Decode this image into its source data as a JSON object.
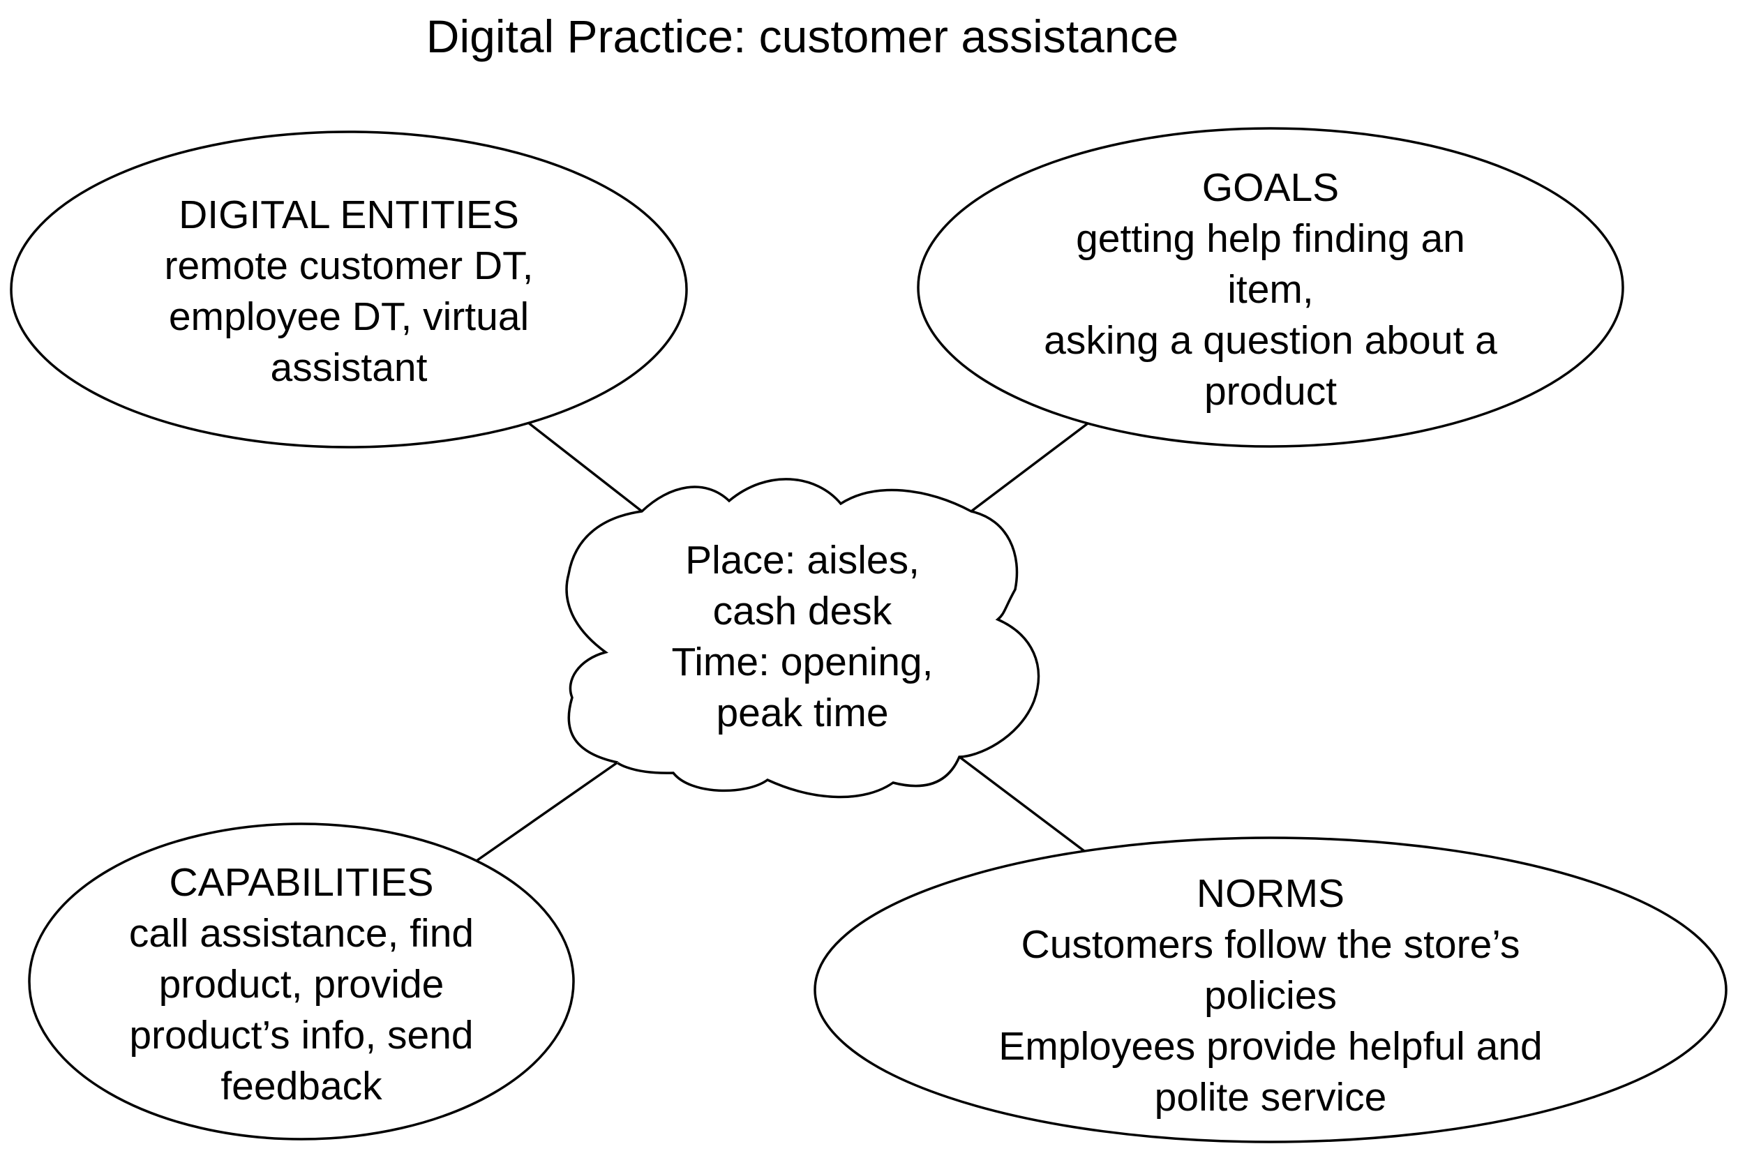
{
  "title": "Digital Practice: customer assistance",
  "center": {
    "shape": "cloud",
    "lines": [
      "Place: aisles,",
      "cash desk",
      "Time: opening,",
      "peak time"
    ]
  },
  "nodes": {
    "digital_entities": {
      "heading": "DIGITAL ENTITIES",
      "lines": [
        "remote customer DT,",
        "employee DT, virtual",
        "assistant"
      ]
    },
    "goals": {
      "heading": "GOALS",
      "lines": [
        "getting help finding an",
        "item,",
        "asking a question about a",
        "product"
      ]
    },
    "capabilities": {
      "heading": "CAPABILITIES",
      "lines": [
        "call assistance, find",
        "product, provide",
        "product’s info, send",
        "feedback"
      ]
    },
    "norms": {
      "heading": "NORMS",
      "lines": [
        "Customers follow the store’s",
        "policies",
        "Employees provide helpful and",
        "polite service"
      ]
    }
  },
  "colors": {
    "stroke": "#000000",
    "fill": "#ffffff",
    "text": "#000000"
  }
}
